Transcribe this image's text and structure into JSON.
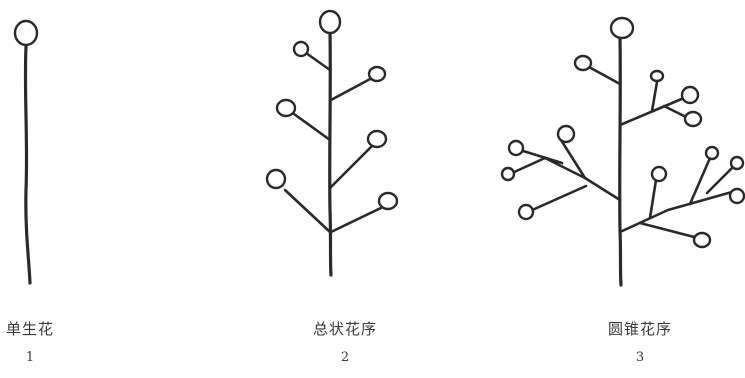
{
  "figures": [
    {
      "name": "单生花",
      "number": "1"
    },
    {
      "name": "总状花序",
      "number": "2"
    },
    {
      "name": "圆锥花序",
      "number": "3"
    }
  ]
}
